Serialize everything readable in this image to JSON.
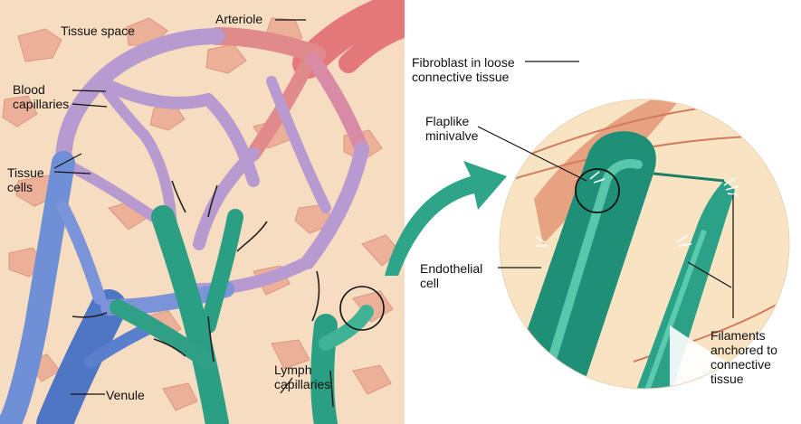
{
  "labels": {
    "tissue_space": "Tissue space",
    "arteriole": "Arteriole",
    "blood_capillaries": "Blood\ncapillaries",
    "tissue_cells": "Tissue\ncells",
    "venule": "Venule",
    "lymph_capillaries": "Lymph\ncapillaries",
    "fibroblast": "Fibroblast in loose\nconnective tissue",
    "flaplike_minivalve": "Flaplike\nminivalve",
    "endothelial_cell": "Endothelial\ncell",
    "filaments": "Filaments\nanchored to\nconnective\ntissue"
  },
  "colors": {
    "tissue_bg": "#f6dcc0",
    "cell": "#eba890",
    "arteriole": "#e4787a",
    "blood_capillary": "#b79bd0",
    "venule": "#4f76c4",
    "lymph": "#2a9f84",
    "lymph_light": "#55c3a6",
    "zoom_bg": "#f8e3c2",
    "fibroblast": "#e49a7a"
  }
}
